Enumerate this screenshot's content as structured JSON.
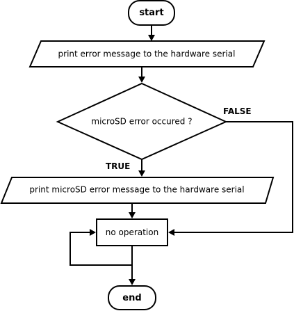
{
  "nodes": {
    "start": {
      "type": "terminal",
      "label": "start"
    },
    "print_error": {
      "type": "io",
      "label": "print error message to the hardware serial"
    },
    "decision": {
      "type": "decision",
      "label": "microSD error occured ?"
    },
    "print_microsd_error": {
      "type": "io",
      "label": "print microSD error message to the hardware serial"
    },
    "no_op": {
      "type": "process",
      "label": "no operation"
    },
    "end": {
      "type": "terminal",
      "label": "end"
    }
  },
  "edges": [
    {
      "from": "start",
      "to": "print_error",
      "label": ""
    },
    {
      "from": "print_error",
      "to": "decision",
      "label": ""
    },
    {
      "from": "decision",
      "to": "print_microsd_error",
      "label": "TRUE"
    },
    {
      "from": "decision",
      "to": "no_op",
      "label": "FALSE"
    },
    {
      "from": "print_microsd_error",
      "to": "no_op",
      "label": ""
    },
    {
      "from": "no_op",
      "to": "end",
      "label": ""
    },
    {
      "from": "no_op",
      "to": "no_op",
      "label": ""
    }
  ],
  "branch_labels": {
    "true_label": "TRUE",
    "false_label": "FALSE"
  }
}
